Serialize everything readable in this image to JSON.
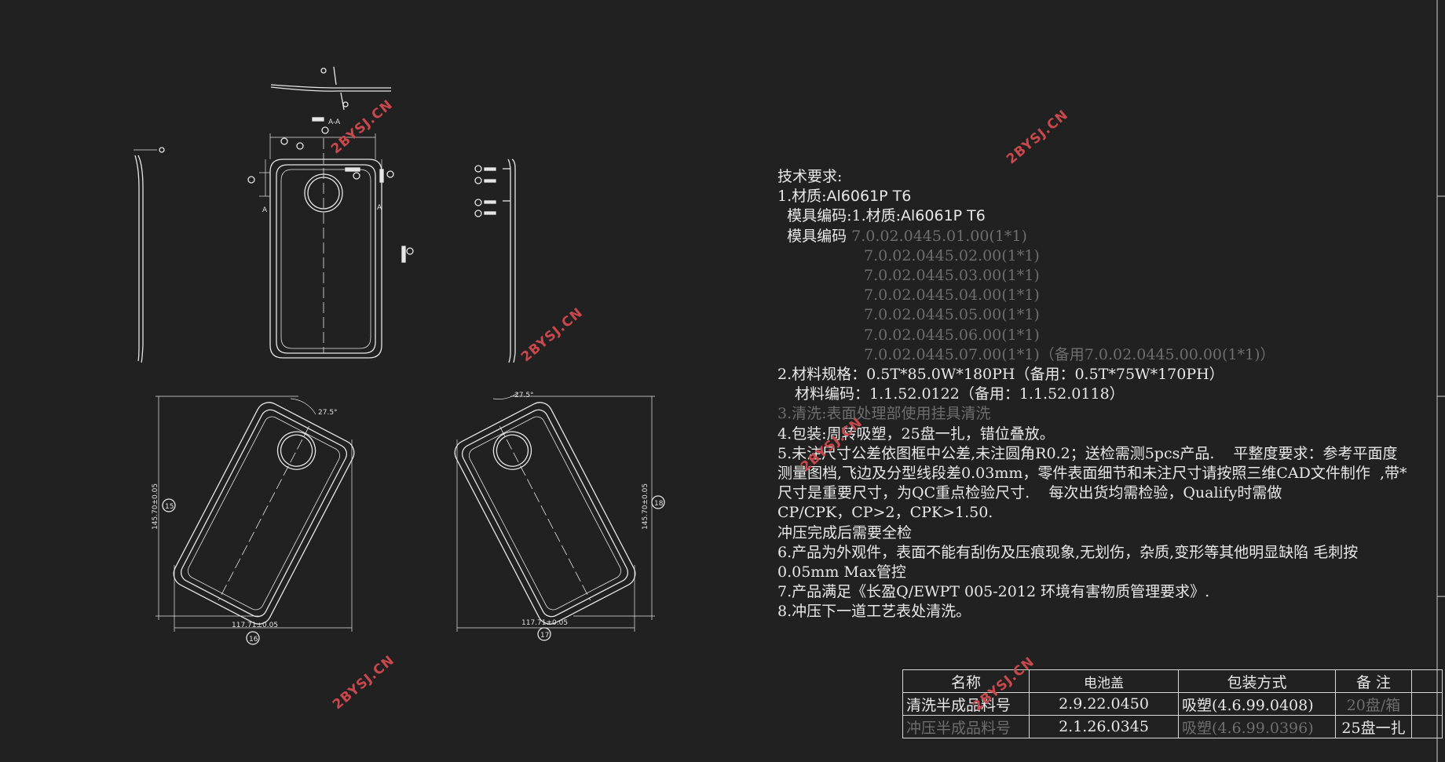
{
  "notes": {
    "heading": "技术要求:",
    "line1_prefix": "1.材质:",
    "line1_value": "Al6061P T6",
    "line2_prefix": "模具编码:1.材质:",
    "line2_value": "Al6061P T6",
    "mold_label": "模具编码",
    "mold_codes": [
      "7.0.02.0445.01.00(1*1)",
      "7.0.02.0445.02.00(1*1)",
      "7.0.02.0445.03.00(1*1)",
      "7.0.02.0445.04.00(1*1)",
      "7.0.02.0445.05.00(1*1)",
      "7.0.02.0445.06.00(1*1)",
      "7.0.02.0445.07.00(1*1)（备用7.0.02.0445.00.00(1*1)）"
    ],
    "spec": "2.材料规格：0.5T*85.0W*180PH（备用：0.5T*75W*170PH）",
    "material_code": "材料编码：1.1.52.0122（备用：1.1.52.0118）",
    "item3": "3.清洗:表面处理部使用挂具清洗",
    "item4": "4.包装:周转吸塑，25盘一扎，错位叠放。",
    "item5_a": "5.未注尺寸公差依图框中公差,未注圆角R0.2；送检需测5pcs产品.    平整度要求：参考平面度",
    "item5_b": "测量图档,飞边及分型线段差0.03mm，零件表面细节和未注尺寸请按照三维CAD文件制作  ,带*",
    "item5_c": "尺寸是重要尺寸，为QC重点检验尺寸.    每次出货均需检验，Qualify时需做",
    "item5_d": "CP/CPK，CP>2，CPK>1.50.",
    "item5_e": "冲压完成后需要全检",
    "item6_a": "6.产品为外观件，表面不能有刮伤及压痕现象,无划伤，杂质,变形等其他明显缺陷 毛刺按",
    "item6_b": "0.05mm Max管控",
    "item7": "7.产品满足《长盈Q/EWPT 005-2012 环境有害物质管理要求》.",
    "item8": "8.冲压下一道工艺表处清洗。"
  },
  "title_block": {
    "header": [
      "名称",
      "电池盖",
      "包装方式",
      "备  注"
    ],
    "row1": [
      "清洗半成品料号",
      "2.9.22.0450",
      "吸塑(4.6.99.0408)",
      "20盘/箱"
    ],
    "row2": [
      "冲压半成品料号",
      "2.1.26.0345",
      "吸塑(4.6.99.0396)",
      "25盘一扎"
    ]
  },
  "drawing": {
    "section_label": "A-A",
    "section_marks": [
      "A",
      "A"
    ],
    "angles": [
      "27.5°",
      "27.5°"
    ],
    "dims_width": [
      "117.71±0.05",
      "117.71±0.05"
    ],
    "dims_height": [
      "145.70±0.05",
      "145.70±0.05"
    ],
    "balloons": [
      "15",
      "16",
      "17",
      "18"
    ]
  },
  "watermark": "2BYSJ.CN"
}
